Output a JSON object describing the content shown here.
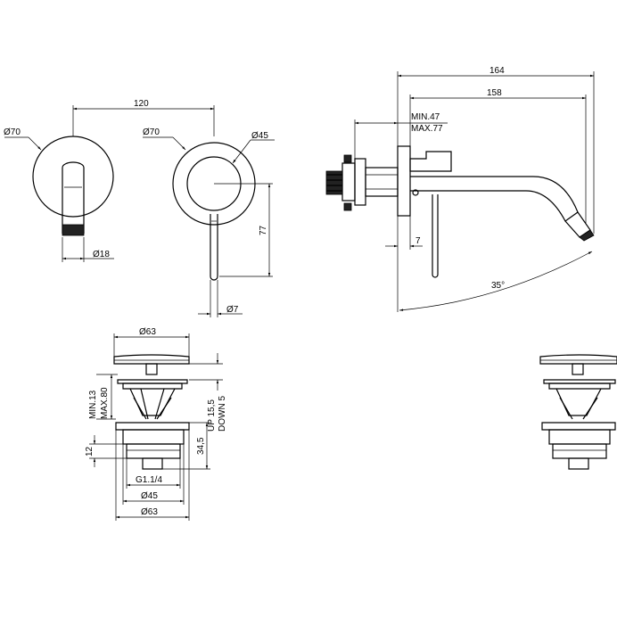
{
  "front_views": {
    "spout": {
      "rosette_diameter": "Ø70",
      "spout_diameter": "Ø18",
      "spacing": "120"
    },
    "mixer": {
      "rosette_diameter": "Ø70",
      "handle_base_diameter": "Ø45",
      "handle_drop": "77",
      "lever_diameter": "Ø7"
    }
  },
  "side_view": {
    "overall_projection": "164",
    "spout_projection": "158",
    "wall_depth_min": "MIN.47",
    "wall_depth_max": "MAX.77",
    "lever_offset": "7",
    "lever_angle": "35°"
  },
  "waste_valve": {
    "cap_diameter": "Ø63",
    "basin_thickness_min": "MIN.13",
    "basin_thickness_max": "MAX.80",
    "stroke_up": "UP 15,5",
    "stroke_down": "DOWN 5",
    "body_height": "34,5",
    "thread_height": "12",
    "thread": "G1.1/4",
    "nut_diameter": "Ø45",
    "flange_diameter": "Ø63"
  }
}
